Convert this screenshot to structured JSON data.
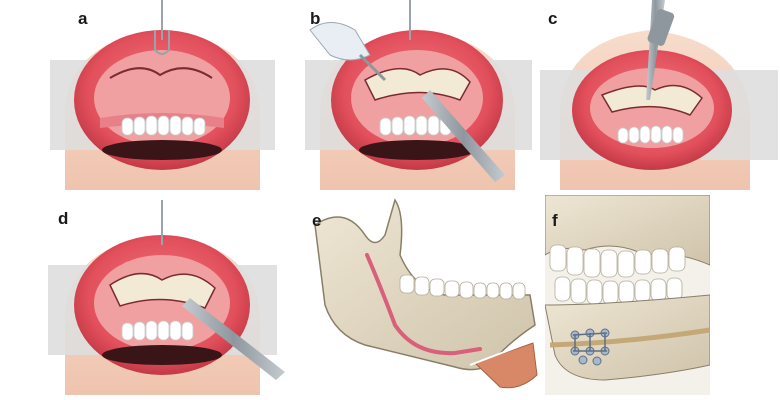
{
  "panels": [
    {
      "label": "a"
    },
    {
      "label": "b"
    },
    {
      "label": "c"
    },
    {
      "label": "d"
    },
    {
      "label": "e"
    },
    {
      "label": "f"
    }
  ],
  "colors": {
    "skin": "#f4d2bf",
    "lip": "#e2505c",
    "lip_shadow": "#b8303e",
    "mucosa": "#f0a0a0",
    "gum": "#e8808a",
    "tooth": "#ffffff",
    "drape": "#dcdcdc",
    "bone": "#e6dcc8",
    "nerve": "#d8607a",
    "chin_segment": "#d88866",
    "instrument": "#9aa3aa",
    "glove": "#e8eef4",
    "screw": "#a8b8cc"
  }
}
